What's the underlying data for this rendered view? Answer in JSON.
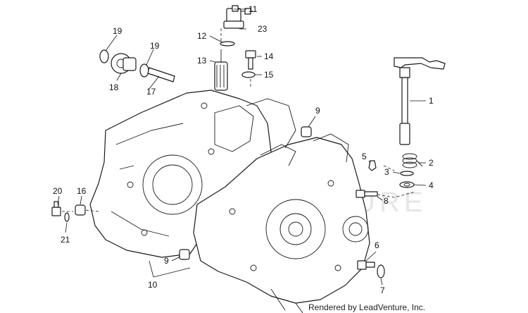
{
  "watermark": "LEADVENTURE",
  "credit": "Rendered by LeadVenture, Inc.",
  "callouts": {
    "c1": "1",
    "c2": "2",
    "c3": "3",
    "c4": "4",
    "c5": "5",
    "c6": "6",
    "c7": "7",
    "c8": "8",
    "c9a": "9",
    "c9b": "9",
    "c10": "10",
    "c11": "11",
    "c12": "12",
    "c13": "13",
    "c14": "14",
    "c15": "15",
    "c16": "16",
    "c17": "17",
    "c18": "18",
    "c19a": "19",
    "c19b": "19",
    "c20": "20",
    "c21": "21",
    "c23": "23"
  }
}
